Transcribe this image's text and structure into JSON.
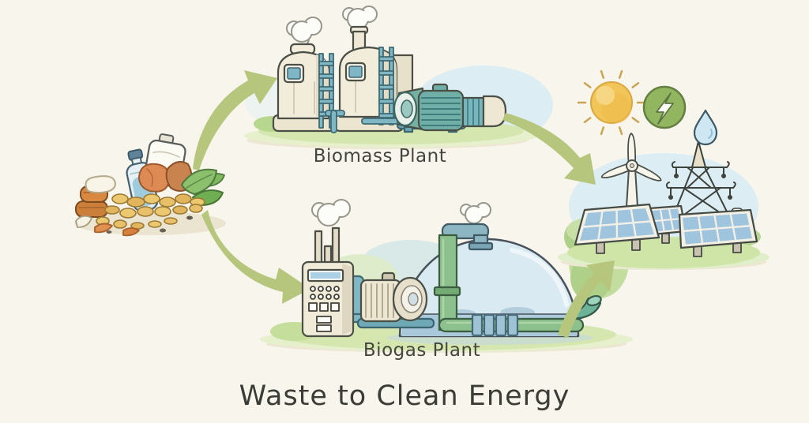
{
  "title": "Waste to Clean Energy",
  "labels": {
    "biomass_plant": "Biomass Plant",
    "biogas_plant": "Biogas Plant"
  },
  "diagram": {
    "type": "process-flow-illustration",
    "nodes": [
      {
        "id": "waste-pile",
        "icon": "waste-pile-icon",
        "items": [
          "plastic-bottle",
          "milk-jug",
          "orange-peel",
          "food-scraps",
          "leaves",
          "jars",
          "eggshell"
        ]
      },
      {
        "id": "biomass-plant",
        "label": "Biomass Plant",
        "icon": "biomass-plant-icon",
        "parts": [
          "storage-tank",
          "storage-tank",
          "chimney",
          "smoke-cloud",
          "ladder",
          "generator-pump"
        ]
      },
      {
        "id": "biogas-plant",
        "label": "Biogas Plant",
        "icon": "biogas-plant-icon",
        "parts": [
          "control-unit",
          "chimney-pipes",
          "smoke-cloud",
          "pump-motor",
          "gas-dome",
          "green-pipes"
        ]
      },
      {
        "id": "clean-energy",
        "icon": "clean-energy-icon",
        "parts": [
          "sun",
          "lightning-bolt",
          "water-drop",
          "wind-turbine",
          "transmission-tower",
          "solar-panels",
          "grass"
        ]
      }
    ],
    "edges": [
      {
        "from": "waste-pile",
        "to": "biomass-plant",
        "style": "curved-green-arrow"
      },
      {
        "from": "waste-pile",
        "to": "biogas-plant",
        "style": "curved-green-arrow"
      },
      {
        "from": "biomass-plant",
        "to": "clean-energy",
        "style": "curved-green-arrow"
      },
      {
        "from": "biogas-plant",
        "to": "clean-energy",
        "style": "curved-green-arrow"
      }
    ]
  },
  "colors": {
    "background": "#f8f5ec",
    "arrow_green": "#b6c77d",
    "outline": "#474b42",
    "tank_cream": "#f2ecda",
    "pipe_teal": "#7fb7c4",
    "machine_teal": "#6fafa8",
    "pipe_green": "#8cc08d",
    "dome_blue": "#d9eaf2",
    "grass_green": "#d5e7ae",
    "sun_yellow": "#f1c557",
    "badge_green": "#92b660",
    "drop_blue": "#cfe7f3",
    "text": "#45453f"
  }
}
